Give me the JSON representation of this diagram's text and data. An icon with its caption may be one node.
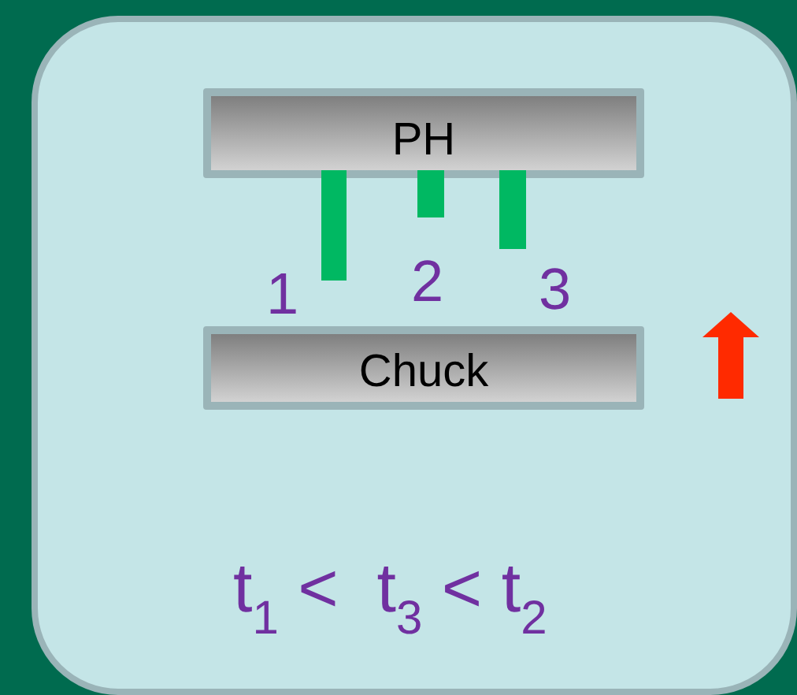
{
  "diagram": {
    "nodes": [
      {
        "text": [],
        "shape": "box"
      },
      {
        "text": [
          "PH"
        ],
        "in": 0
      },
      {
        "text": [
          "Chuck"
        ],
        "in": 0
      }
    ],
    "labels": [
      "1",
      "2",
      "3",
      "t$_{1}$ <  t$_{3}$ < t$_{2}$"
    ]
  }
}
